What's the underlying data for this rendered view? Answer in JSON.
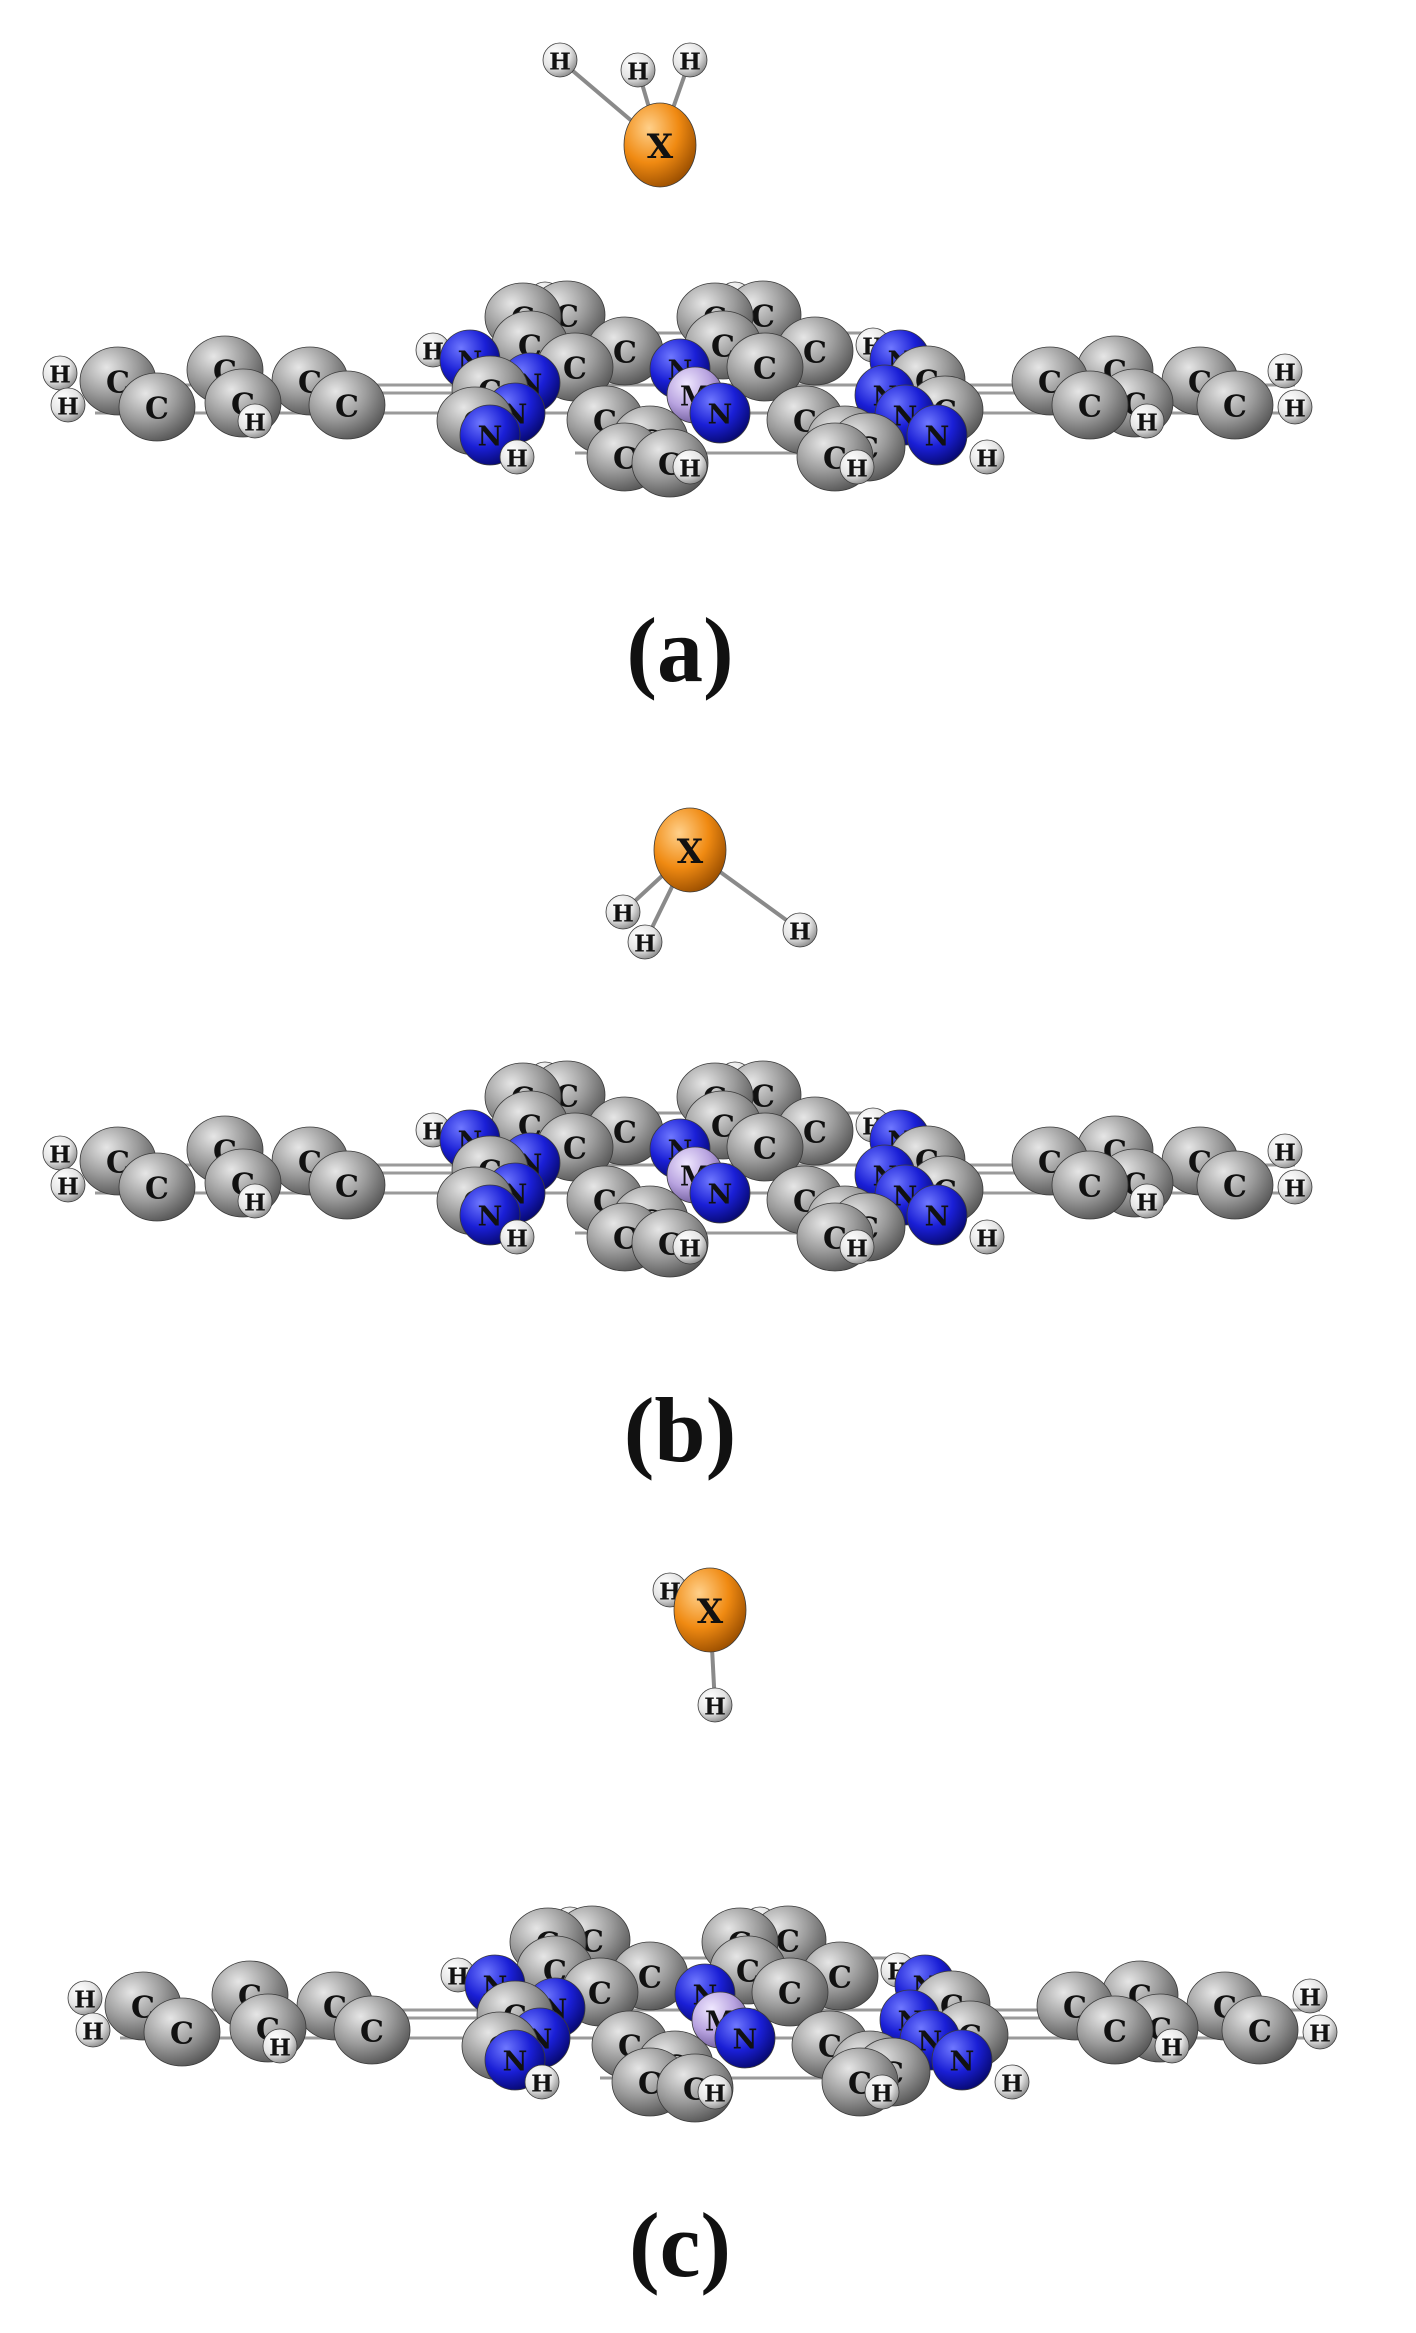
{
  "figure": {
    "panels": [
      {
        "id": "a",
        "label": "(a)",
        "adsorbate_hydrogens": 3
      },
      {
        "id": "b",
        "label": "(b)",
        "adsorbate_hydrogens": 3
      },
      {
        "id": "c",
        "label": "(c)",
        "adsorbate_hydrogens": 2
      }
    ],
    "atom_symbols": {
      "adsorbate": "X",
      "metal": "M",
      "carbon": "C",
      "nitrogen": "N",
      "hydrogen": "H"
    },
    "atom_colors": {
      "adsorbate": "#f08a12",
      "metal": "#b8a3e0",
      "carbon": "#8c8c8c",
      "nitrogen": "#1a1fd6",
      "hydrogen": "#e8e8e8"
    }
  }
}
